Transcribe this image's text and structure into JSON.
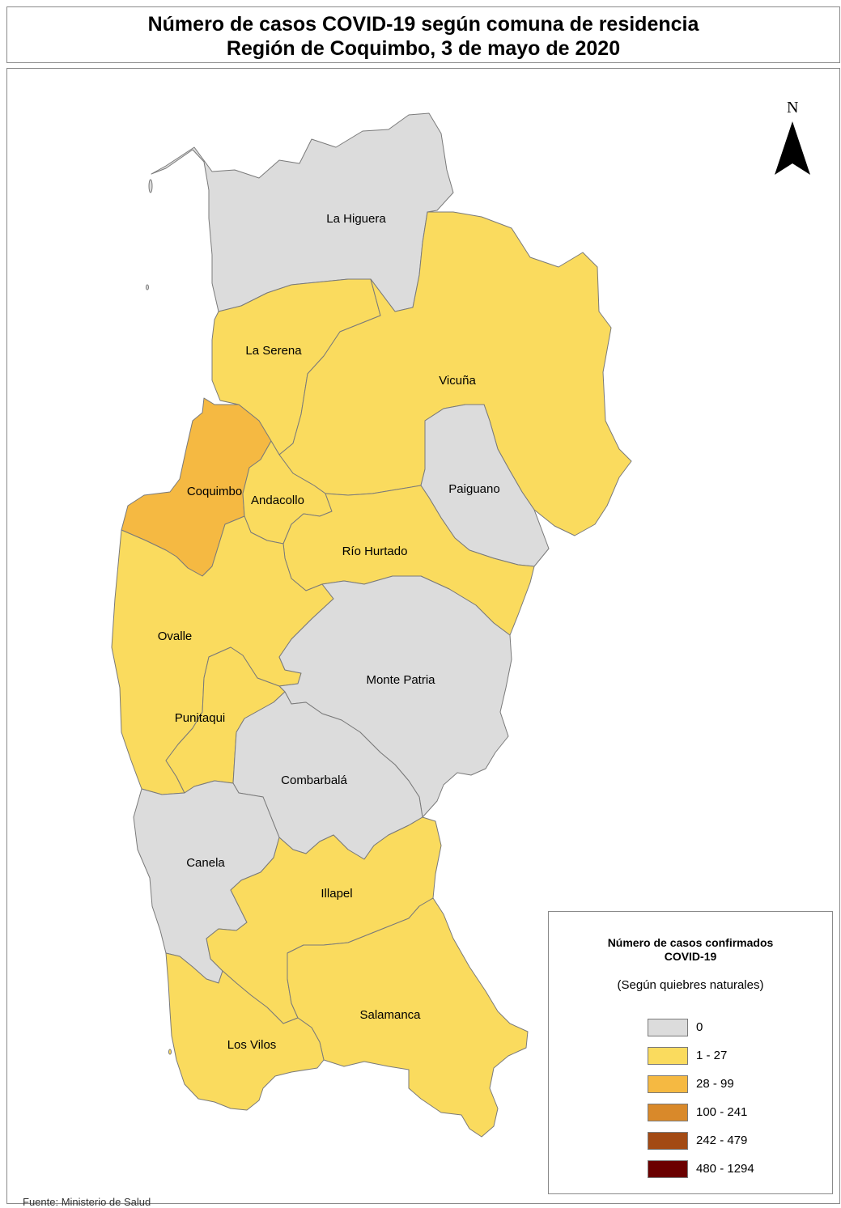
{
  "title": {
    "line1": "Número de casos COVID-19 según comuna de residencia",
    "line2": "Región de Coquimbo, 3 de mayo de 2020"
  },
  "north_arrow": {
    "letter": "N"
  },
  "colors": {
    "zero": "#dcdcdc",
    "c1_27": "#fadb5e",
    "c28_99": "#f5b942",
    "c100_241": "#d9892a",
    "c242_479": "#a34a14",
    "c480_1294": "#6b0000",
    "border": "#7a7a7a"
  },
  "communes": [
    {
      "id": "la-higuera",
      "name": "La Higuera",
      "class": "0"
    },
    {
      "id": "la-serena",
      "name": "La Serena",
      "class": "1 - 27"
    },
    {
      "id": "vicuna",
      "name": "Vicuña",
      "class": "1 - 27"
    },
    {
      "id": "paiguano",
      "name": "Paiguano",
      "class": "0"
    },
    {
      "id": "coquimbo",
      "name": "Coquimbo",
      "class": "28 - 99"
    },
    {
      "id": "andacollo",
      "name": "Andacollo",
      "class": "1 - 27"
    },
    {
      "id": "rio-hurtado",
      "name": "Río Hurtado",
      "class": "1 - 27"
    },
    {
      "id": "ovalle",
      "name": "Ovalle",
      "class": "1 - 27"
    },
    {
      "id": "monte-patria",
      "name": "Monte Patria",
      "class": "0"
    },
    {
      "id": "punitaqui",
      "name": "Punitaqui",
      "class": "1 - 27"
    },
    {
      "id": "combarbala",
      "name": "Combarbalá",
      "class": "0"
    },
    {
      "id": "canela",
      "name": "Canela",
      "class": "0"
    },
    {
      "id": "illapel",
      "name": "Illapel",
      "class": "1 - 27"
    },
    {
      "id": "salamanca",
      "name": "Salamanca",
      "class": "1 - 27"
    },
    {
      "id": "los-vilos",
      "name": "Los Vilos",
      "class": "1 - 27"
    }
  ],
  "legend": {
    "title_line1": "Número de casos confirmados",
    "title_line2": "COVID-19",
    "subtitle": "(Según quiebres naturales)",
    "items": [
      {
        "label": "0",
        "color": "#dcdcdc"
      },
      {
        "label": "1 - 27",
        "color": "#fadb5e"
      },
      {
        "label": "28 - 99",
        "color": "#f5b942"
      },
      {
        "label": "100 - 241",
        "color": "#d9892a"
      },
      {
        "label": "242 - 479",
        "color": "#a34a14"
      },
      {
        "label": "480 - 1294",
        "color": "#6b0000"
      }
    ]
  },
  "source": "Fuente: Ministerio de Salud"
}
